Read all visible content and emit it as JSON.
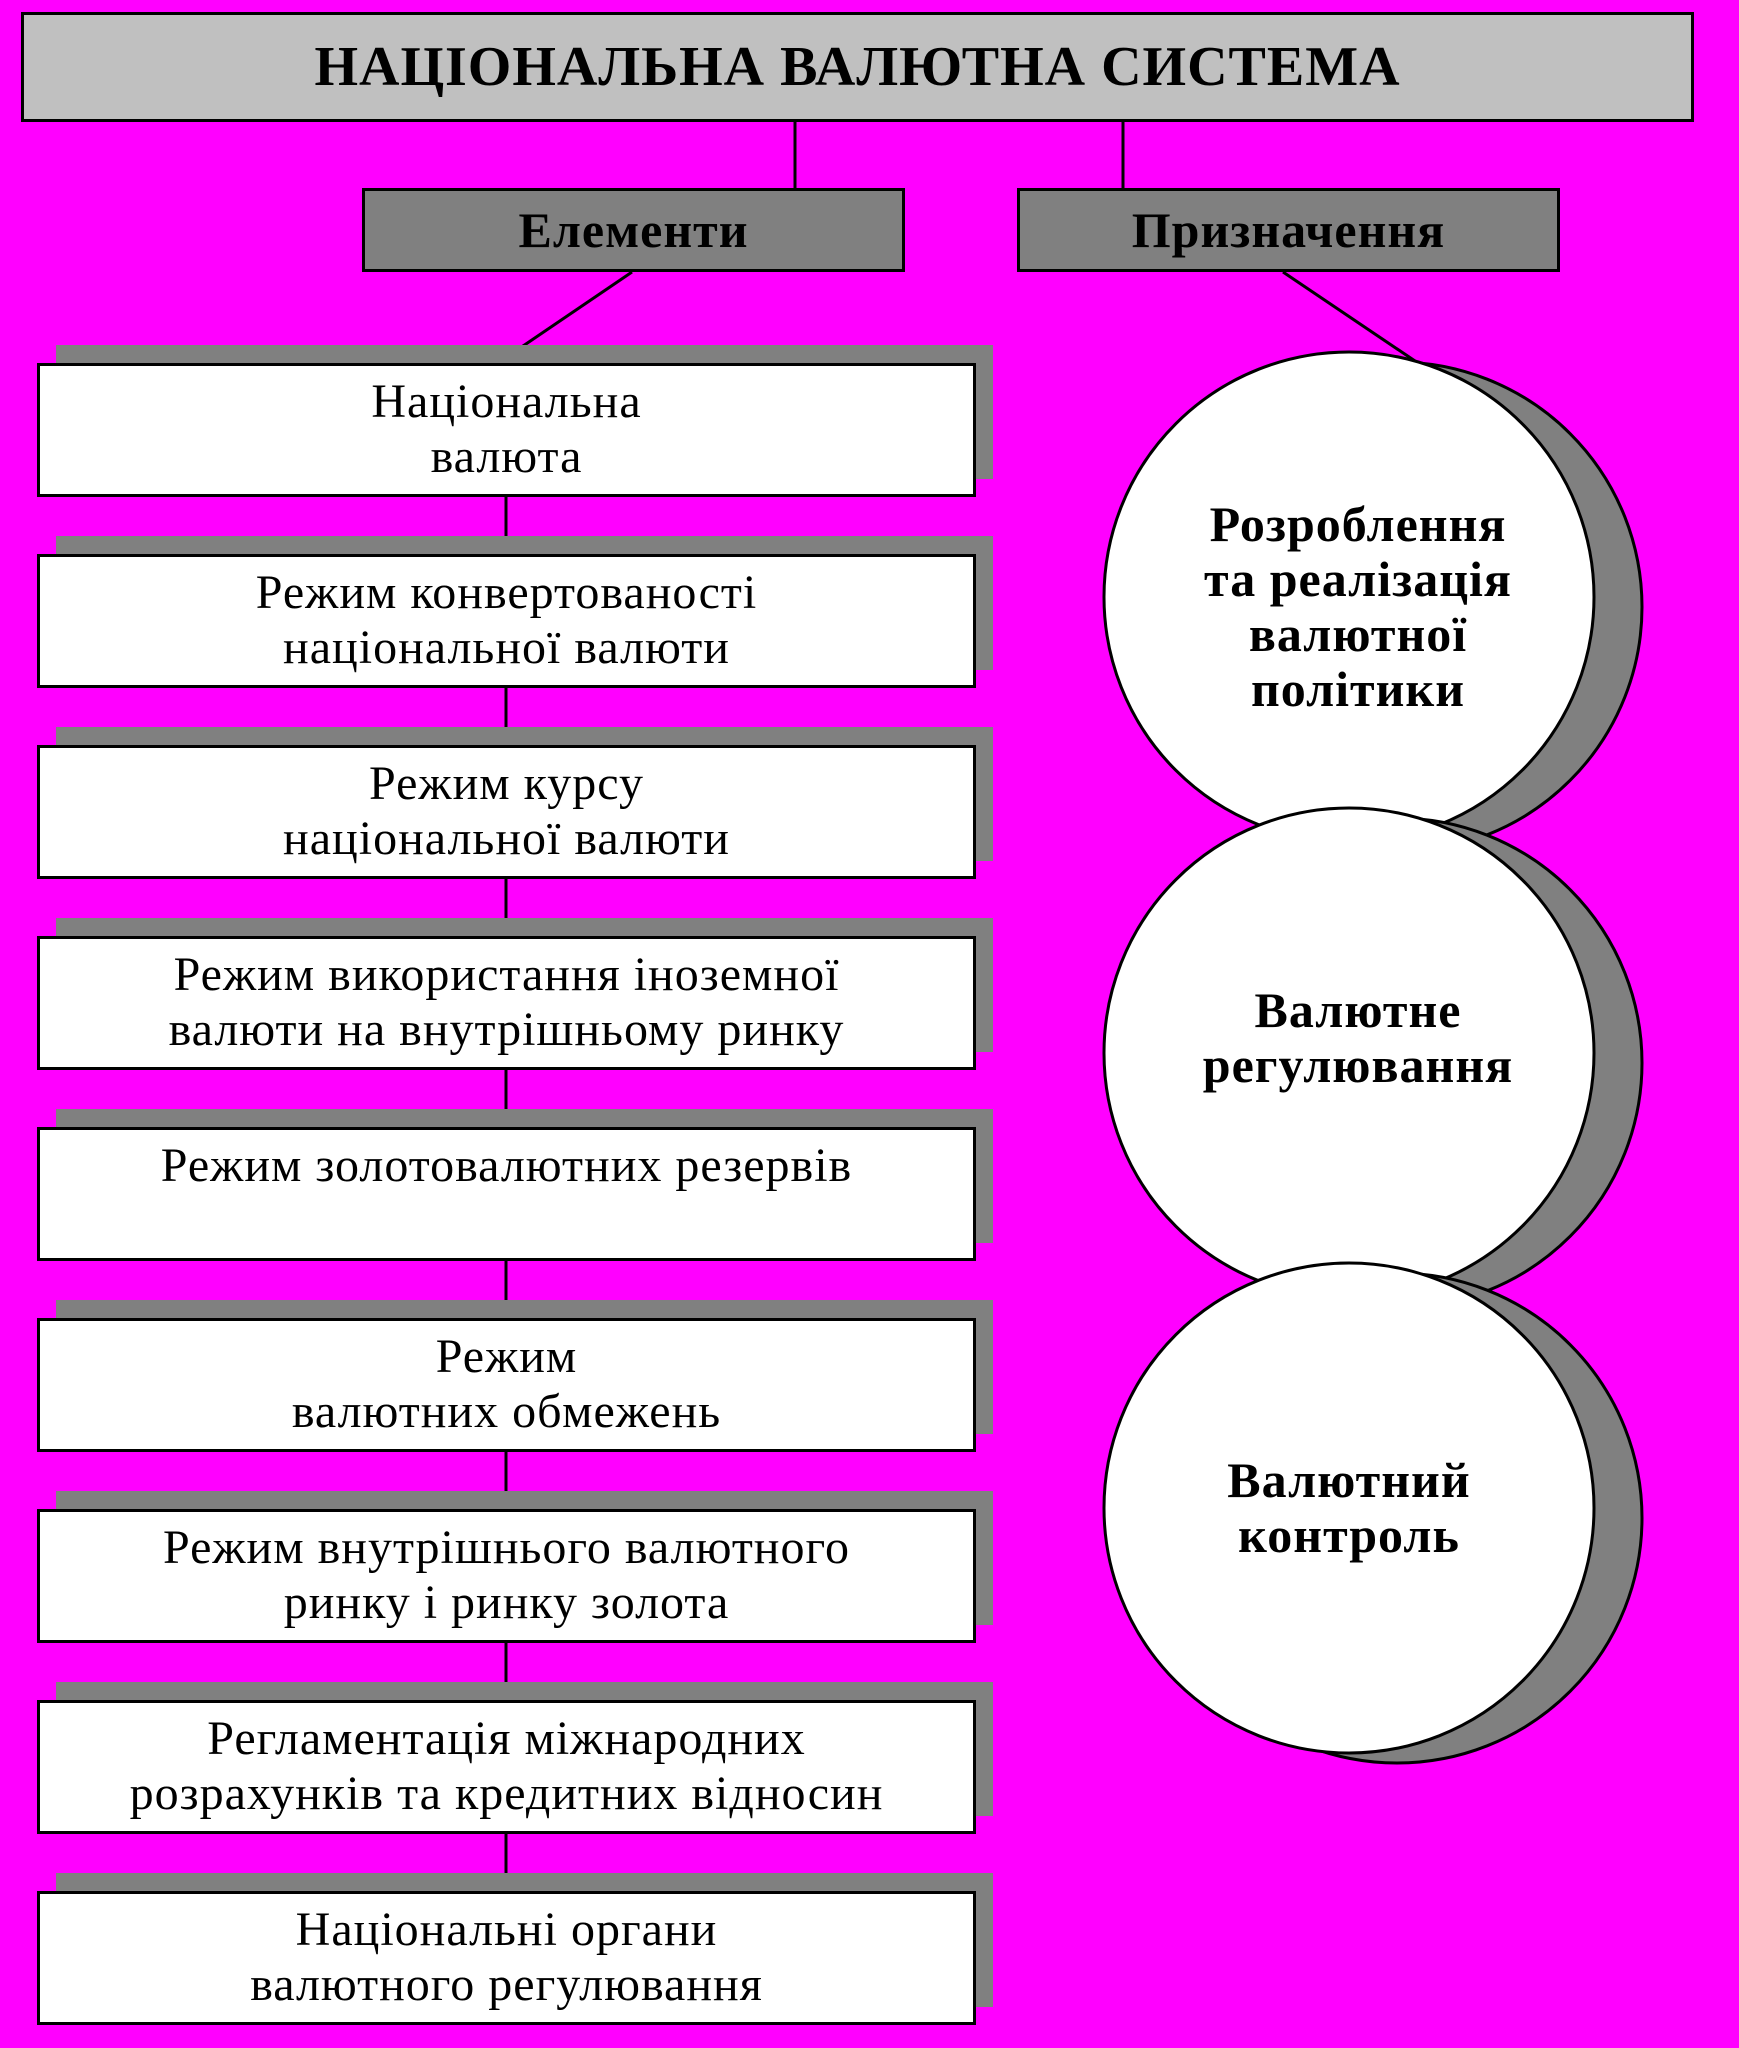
{
  "title": "НАЦІОНАЛЬНА ВАЛЮТНА СИСТЕМА",
  "headers": {
    "elements": "Елементи",
    "purpose": "Призначення"
  },
  "elements": [
    "Національна\nвалюта",
    "Режим конвертованості\nнаціональної валюти",
    "Режим курсу\nнаціональної валюти",
    "Режим використання іноземної\nвалюти на внутрішньому ринку",
    "Режим золотовалютних резервів",
    "Режим\nвалютних обмежень",
    "Режим внутрішнього валютного\nринку і ринку золота",
    "Регламентація міжнародних\nрозрахунків та кредитних відносин",
    "Національні органи\nвалютного регулювання"
  ],
  "purposes": [
    "Розроблення\nта реалізація\nвалютної\nполітики",
    "Валютне\nрегулювання",
    "Валютний\nконтроль"
  ],
  "colors": {
    "background": "#ff00ff",
    "title_fill": "#c0c0c0",
    "header_fill": "#808080",
    "shadow": "#808080",
    "box_fill": "#ffffff"
  }
}
